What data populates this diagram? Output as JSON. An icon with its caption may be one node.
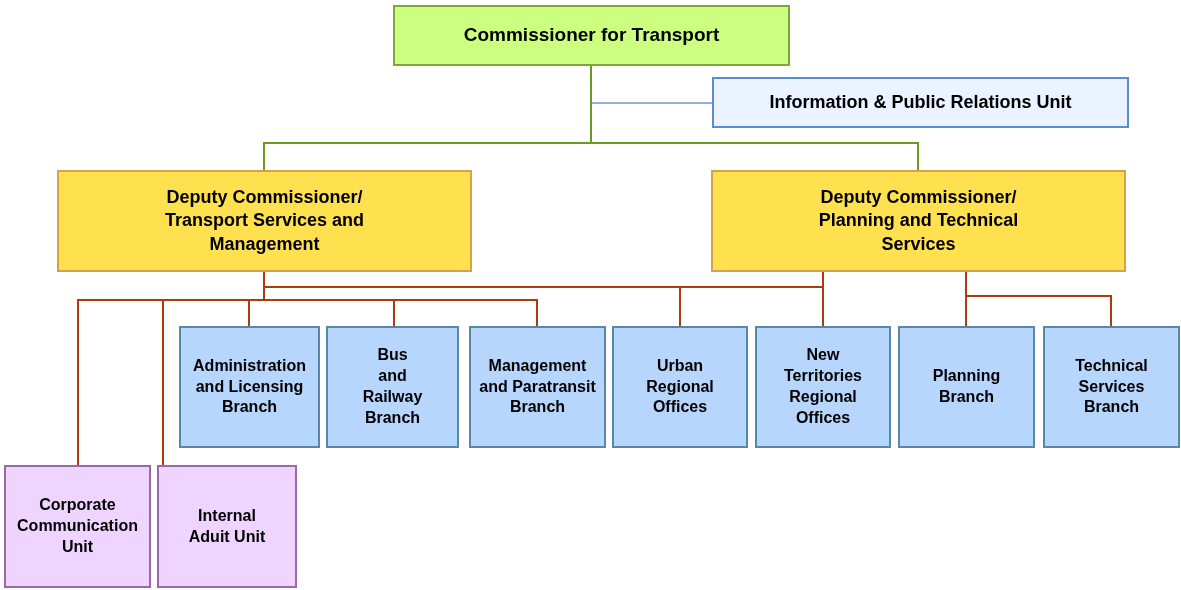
{
  "diagram": {
    "nodes": [
      {
        "text": [
          "Commissioner for Transport"
        ]
      },
      {
        "text": [
          "Information & Public Relations Unit"
        ]
      },
      {
        "text": [
          "Deputy Commissioner/ Transport Services and Management"
        ]
      },
      {
        "text": [
          "Deputy Commissioner/ Planning and Technical Services"
        ]
      },
      {
        "text": [
          "Administration and Licensing Branch"
        ]
      },
      {
        "text": [
          "Bus and Railway Branch"
        ]
      },
      {
        "text": [
          "Management and Paratransit Branch"
        ]
      },
      {
        "text": [
          "Urban Regional Offices"
        ]
      },
      {
        "text": [
          "New Territories Regional Offices"
        ]
      },
      {
        "text": [
          "Planning Branch"
        ]
      },
      {
        "text": [
          "Technical Services Branch"
        ]
      },
      {
        "text": [
          "Corporate Communication Unit"
        ]
      },
      {
        "text": [
          "Internal Aduit Unit"
        ]
      }
    ],
    "edges": [
      {
        "from": 0,
        "to": 1,
        "arrow": "none",
        "color": "#8fb0e0"
      },
      {
        "from": 0,
        "to": 2,
        "arrow": "none",
        "color": "#6b9a1e"
      },
      {
        "from": 0,
        "to": 3,
        "arrow": "none",
        "color": "#6b9a1e"
      },
      {
        "from": 2,
        "to": 11,
        "arrow": "none"
      },
      {
        "from": 2,
        "to": 12,
        "arrow": "none"
      },
      {
        "from": 2,
        "to": 4,
        "arrow": "none"
      },
      {
        "from": 2,
        "to": 5,
        "arrow": "none"
      },
      {
        "from": 2,
        "to": 6,
        "arrow": "none"
      },
      {
        "from": 2,
        "to": 7,
        "arrow": "none"
      },
      {
        "from": 2,
        "to": 8,
        "arrow": "none"
      },
      {
        "from": 3,
        "to": 8,
        "arrow": "none"
      },
      {
        "from": 3,
        "to": 9,
        "arrow": "none"
      },
      {
        "from": 3,
        "to": 10,
        "arrow": "none"
      }
    ]
  }
}
